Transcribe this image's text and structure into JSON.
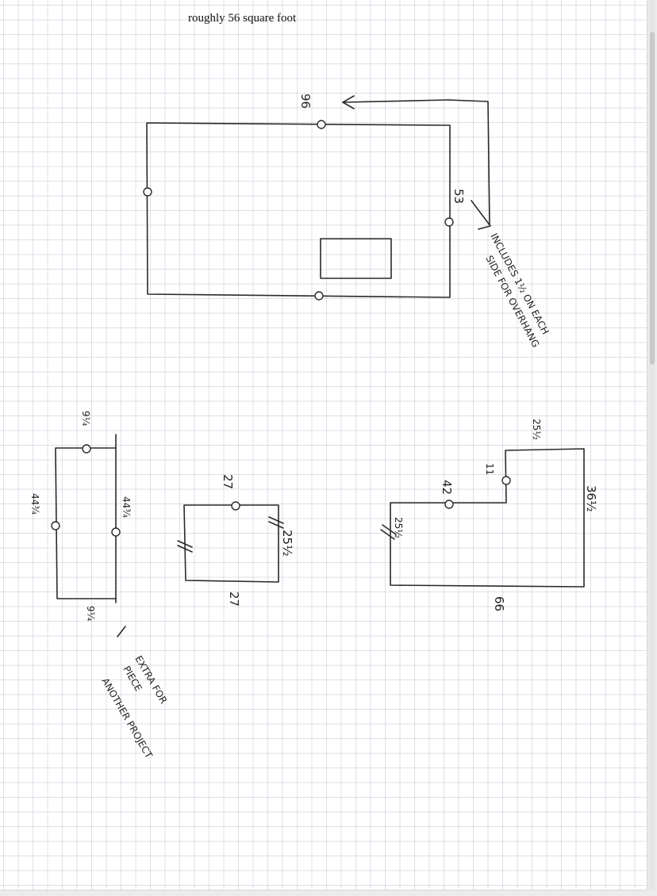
{
  "caption": "roughly 56 square foot",
  "main_top": {
    "label_96": "96",
    "label_53": "53",
    "note_line1": "INCLUDES 1½ ON EACH",
    "note_line2": "SIDE FOR OVERHANG"
  },
  "l_shape": {
    "label_25_top": "25½",
    "label_11": "11",
    "label_42": "42",
    "label_25_left": "25½",
    "label_36": "36½",
    "label_66": "66"
  },
  "square_piece": {
    "label_27_top": "27",
    "label_25": "25½",
    "label_27_bottom": "27"
  },
  "strip_piece": {
    "label_9_top": "9¼",
    "label_44_inner": "44¾",
    "label_44_outer": "44¾",
    "label_9_bottom": "9¼",
    "note_line1": "EXTRA FOR",
    "note_line2": "PIECE",
    "note_line3": "ANOTHER PROJECT"
  }
}
